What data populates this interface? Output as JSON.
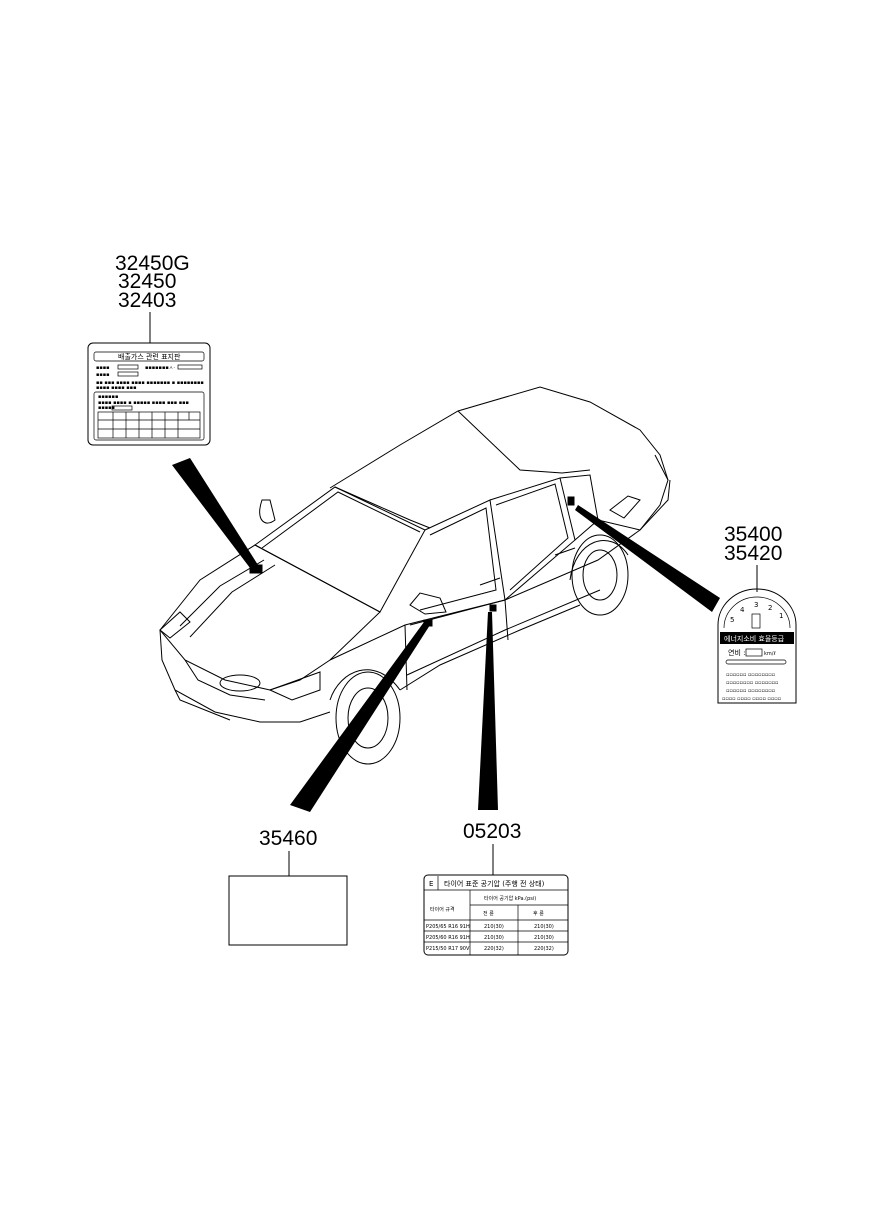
{
  "callouts": {
    "emission_label": [
      "32450G",
      "32450",
      "32403"
    ],
    "fuel_label": [
      "35400",
      "35420"
    ],
    "blank_label": "35460",
    "tire_label": "05203"
  },
  "tire_label": {
    "title": "타이어 표준 공기압 (주행 전 상태)",
    "pressure_header": "타이어 공기압 kPa.(psi)",
    "col_size": "타이어 규격",
    "col_front": "전 륜",
    "col_rear": "후 륜",
    "rows": [
      {
        "size": "P205/65 R16 91H",
        "front": "210(30)",
        "rear": "210(30)"
      },
      {
        "size": "P205/60 R16 91H",
        "front": "210(30)",
        "rear": "210(30)"
      },
      {
        "size": "P215/50 R17 90V",
        "front": "220(32)",
        "rear": "220(32)"
      }
    ]
  },
  "emission_label": {
    "title": "배출가스 관련 표지판",
    "line1": "환경부 인증번호"
  },
  "fuel_label": {
    "title": "에너지소비 효율등급",
    "grades": [
      "5",
      "4",
      "3",
      "2",
      "1"
    ],
    "economy": "연비 : ",
    "unit": "km/ℓ"
  }
}
